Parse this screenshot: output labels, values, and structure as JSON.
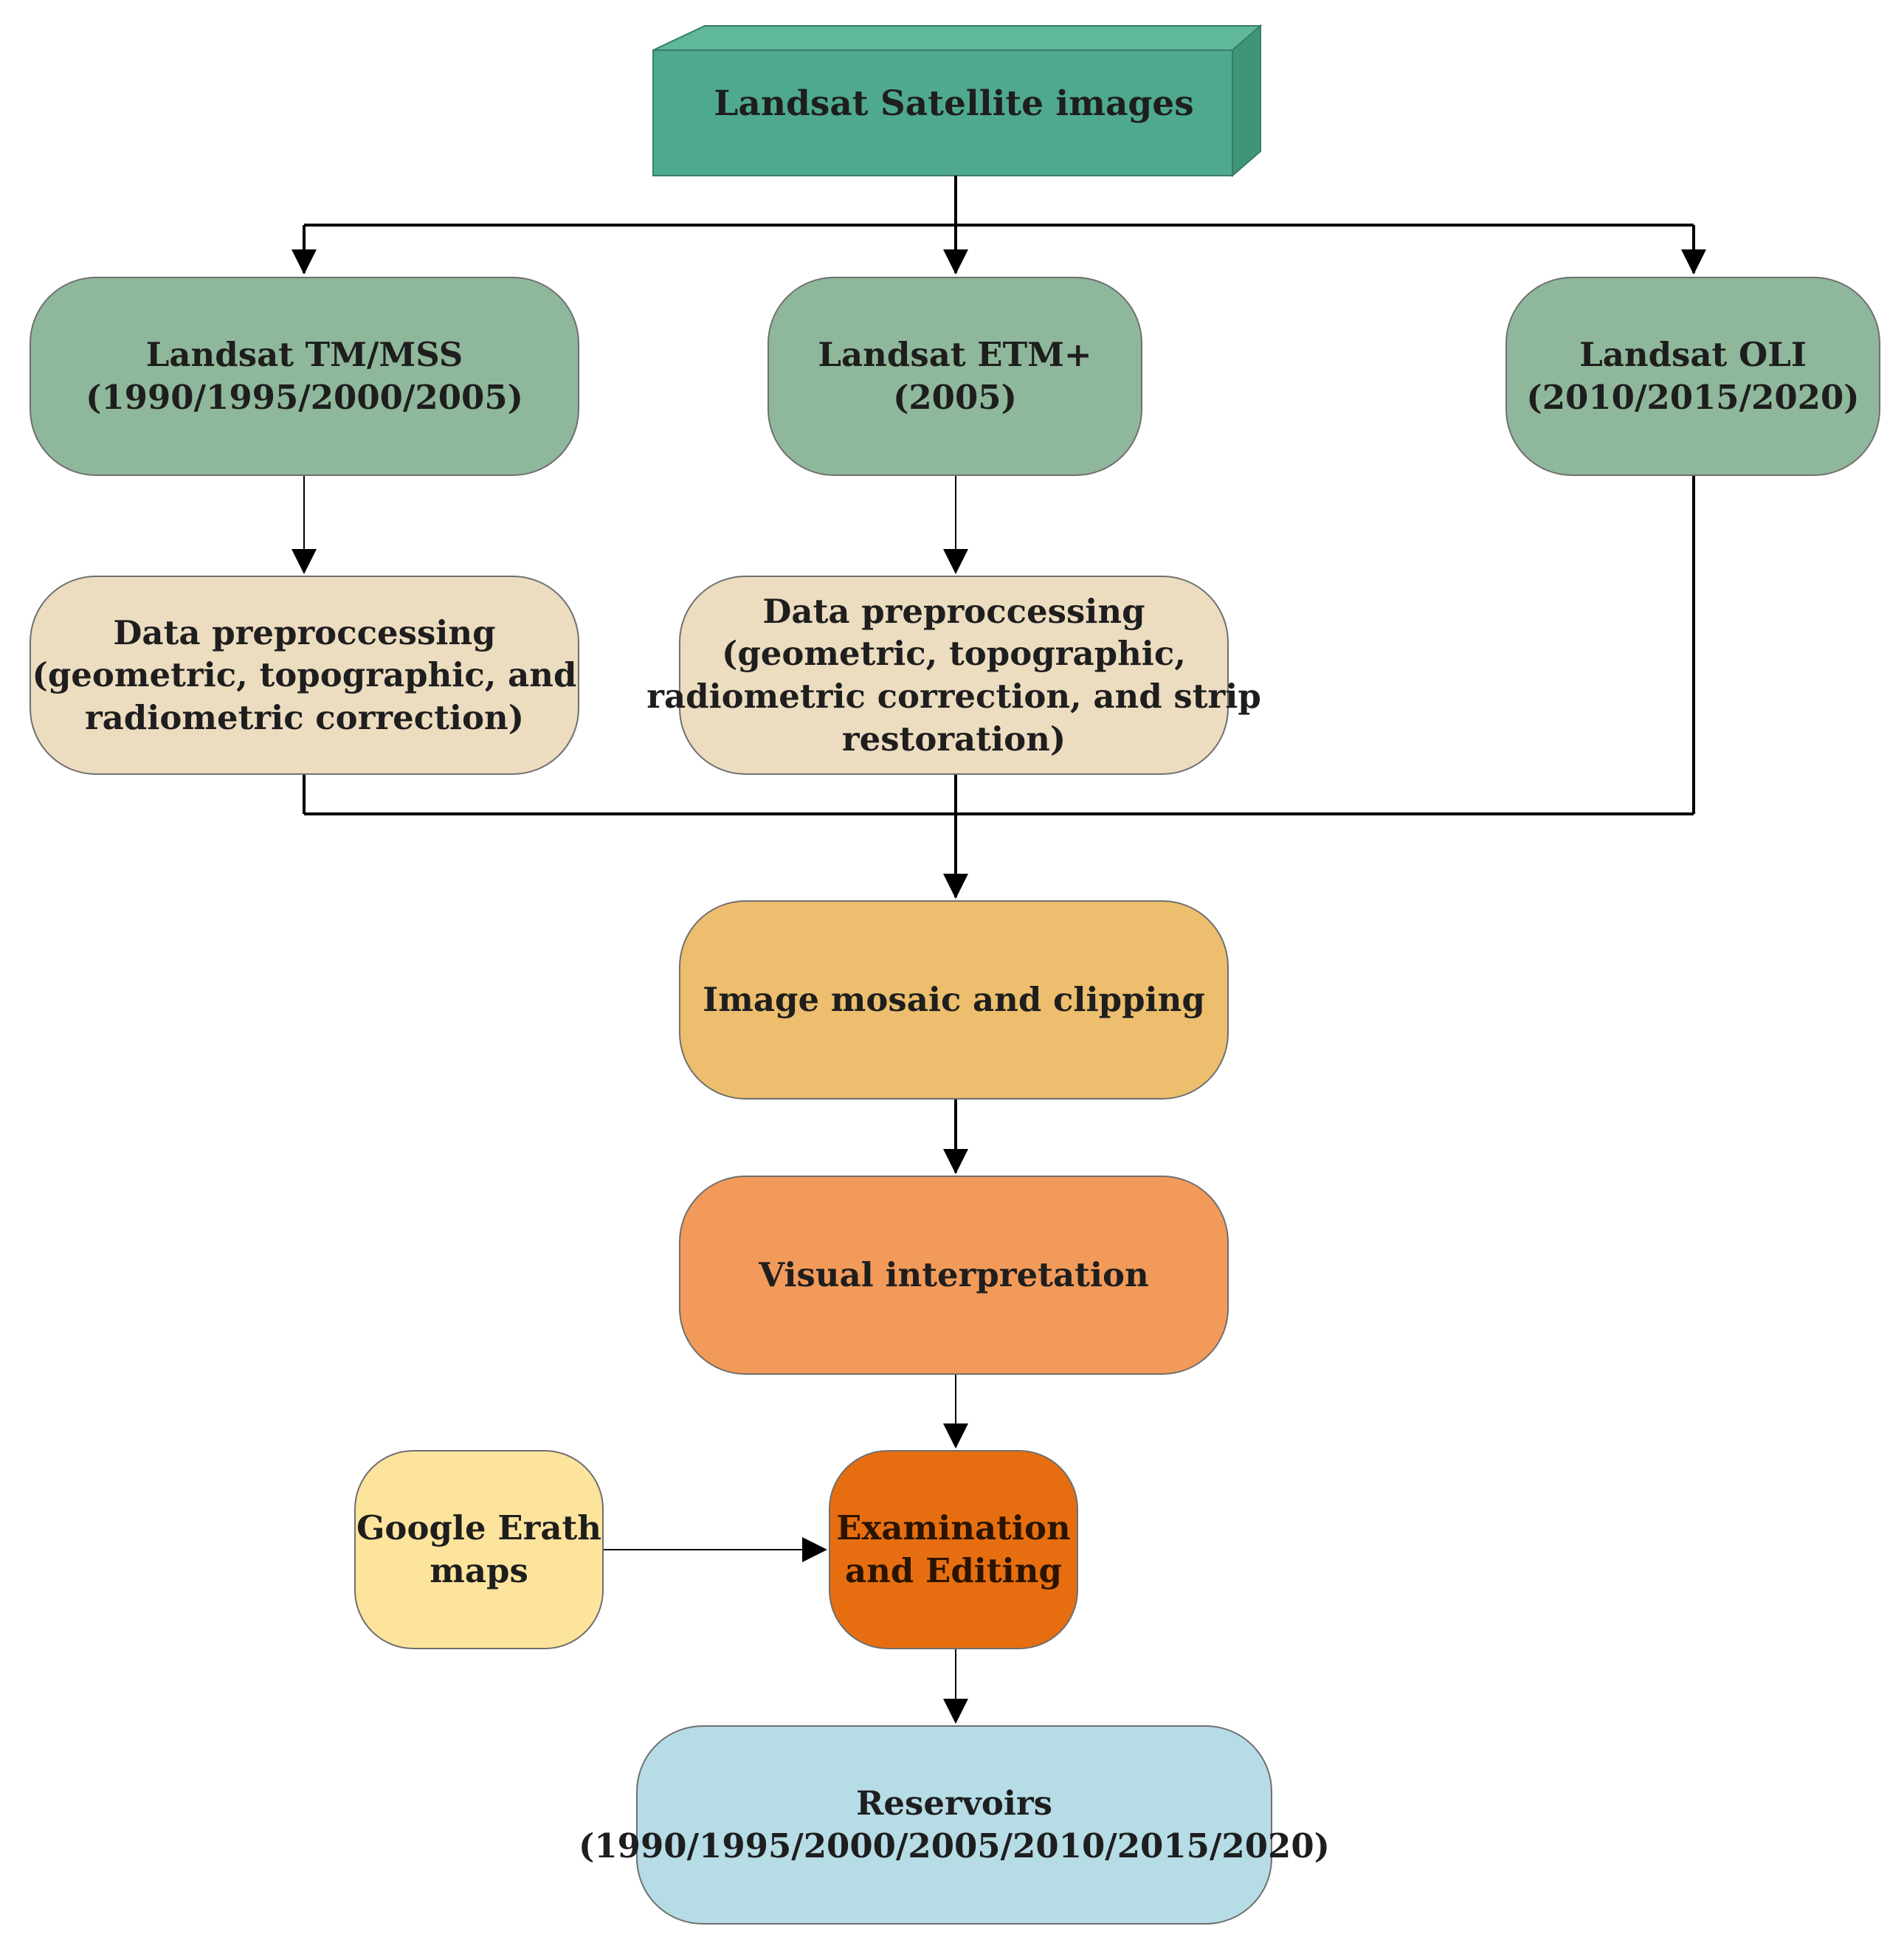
{
  "source": {
    "label": "Landsat Satellite images",
    "color": "#4fa98f"
  },
  "sensors": {
    "tm": {
      "line1": "Landsat TM/MSS",
      "line2": "(1990/1995/2000/2005)"
    },
    "etm": {
      "line1": "Landsat ETM+",
      "line2": "(2005)"
    },
    "oli": {
      "line1": "Landsat OLI",
      "line2": "(2010/2015/2020)"
    },
    "color": "#8fb79b"
  },
  "preprocessing": {
    "tm": {
      "line1": "Data preproccessing",
      "line2": "(geometric, topographic, and",
      "line3": "radiometric correction)"
    },
    "etm": {
      "line1": "Data preproccessing",
      "line2": "(geometric, topographic,",
      "line3": "radiometric correction, and strip",
      "line4": "restoration)"
    },
    "color": "#ecdcc0"
  },
  "mosaic": {
    "label": "Image mosaic and clipping",
    "color": "#ecbe6d"
  },
  "visual": {
    "label": "Visual interpretation",
    "color": "#f29a59"
  },
  "google": {
    "line1": "Google Erath",
    "line2": "maps",
    "color": "#fde49d"
  },
  "examination": {
    "line1": "Examination",
    "line2": "and Editing",
    "color": "#e66e10"
  },
  "reservoirs": {
    "line1": "Reservoirs",
    "line2": "(1990/1995/2000/2005/2010/2015/2020)",
    "color": "#b6dce6"
  }
}
